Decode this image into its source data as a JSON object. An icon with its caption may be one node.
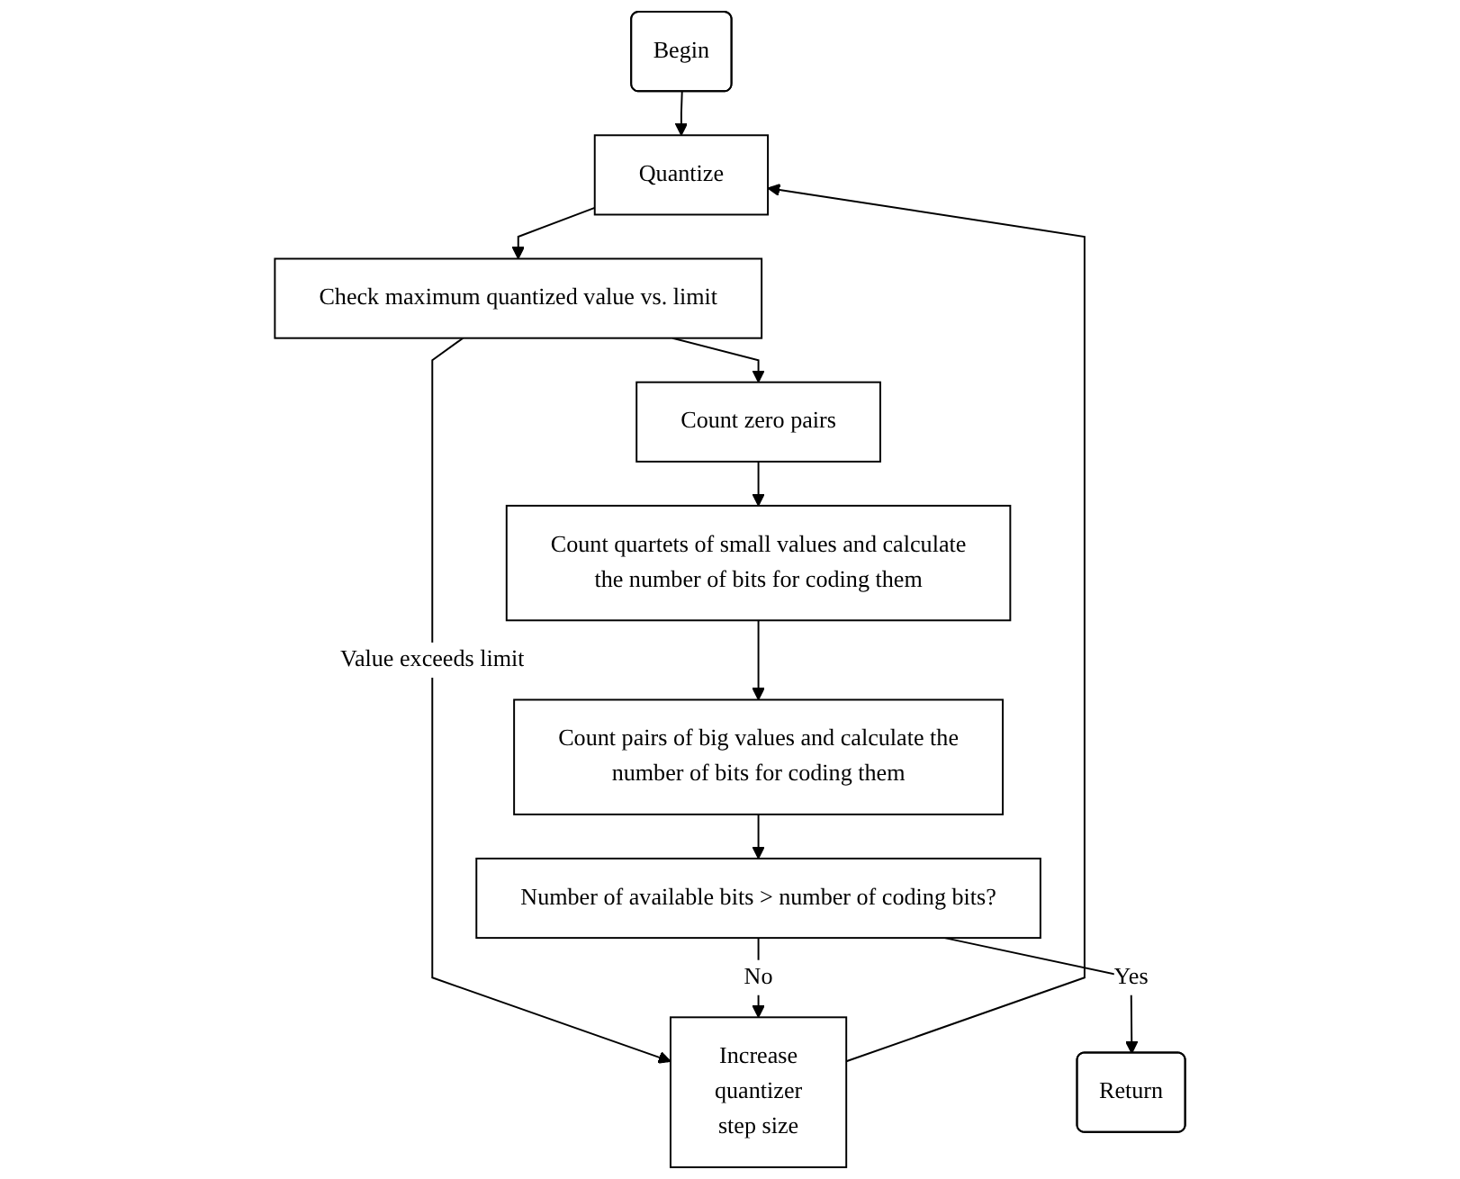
{
  "diagram": {
    "nodes": [
      {
        "text": [
          "Begin"
        ]
      },
      {
        "text": [
          "Quantize"
        ]
      },
      {
        "text": [
          "Check maximum quantized value vs. limit"
        ]
      },
      {
        "text": [
          "Increase quantizer step size"
        ]
      },
      {
        "text": [
          "Count zero pairs"
        ]
      },
      {
        "text": [
          "Count quartets of small values and calculate the number of bits for coding them"
        ]
      },
      {
        "text": [
          "Count pairs of big values and calculate the number of bits for coding them"
        ]
      },
      {
        "text": [
          "Number of available bits > number of coding bits?"
        ]
      },
      {
        "text": [
          "Return"
        ]
      }
    ],
    "edges": [
      {
        "from": 0,
        "to": 1,
        "arrow": "to"
      },
      {
        "from": 1,
        "to": 2,
        "arrow": "to"
      },
      {
        "from": 2,
        "to": 3,
        "arrow": "to",
        "label": "Value exceeds limit"
      },
      {
        "from": 3,
        "to": 1,
        "arrow": "to"
      },
      {
        "from": 2,
        "to": 4,
        "arrow": "to"
      },
      {
        "from": 4,
        "to": 5,
        "arrow": "to"
      },
      {
        "from": 5,
        "to": 6,
        "arrow": "to"
      },
      {
        "from": 6,
        "to": 7,
        "arrow": "to"
      },
      {
        "from": 7,
        "to": 3,
        "arrow": "to",
        "label": "No"
      },
      {
        "from": 7,
        "to": 8,
        "arrow": "to",
        "label": "Yes"
      }
    ]
  }
}
